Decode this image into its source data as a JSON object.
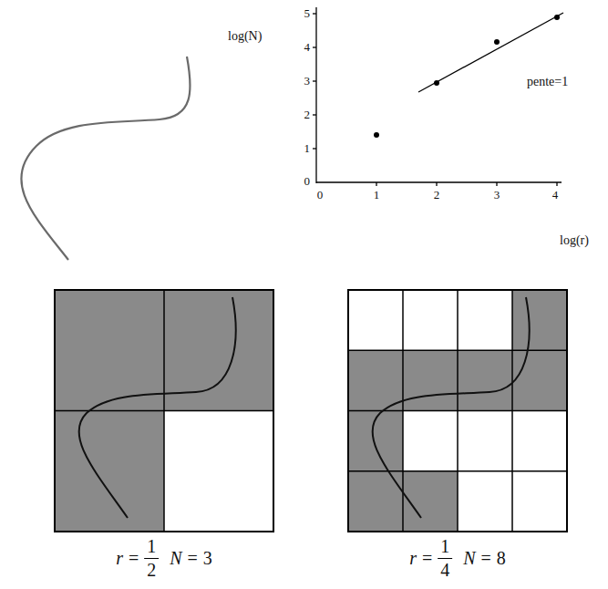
{
  "diagram": {
    "labels": [
      "log(N)",
      "5",
      "4",
      "3",
      "2",
      "1",
      "0",
      "0",
      "1",
      "2",
      "3",
      "4",
      "pente=1",
      "log(r)",
      "r",
      "=",
      "1",
      "2",
      "N",
      "=",
      "3",
      "r",
      "=",
      "1",
      "4",
      "N",
      "=",
      "8"
    ]
  }
}
